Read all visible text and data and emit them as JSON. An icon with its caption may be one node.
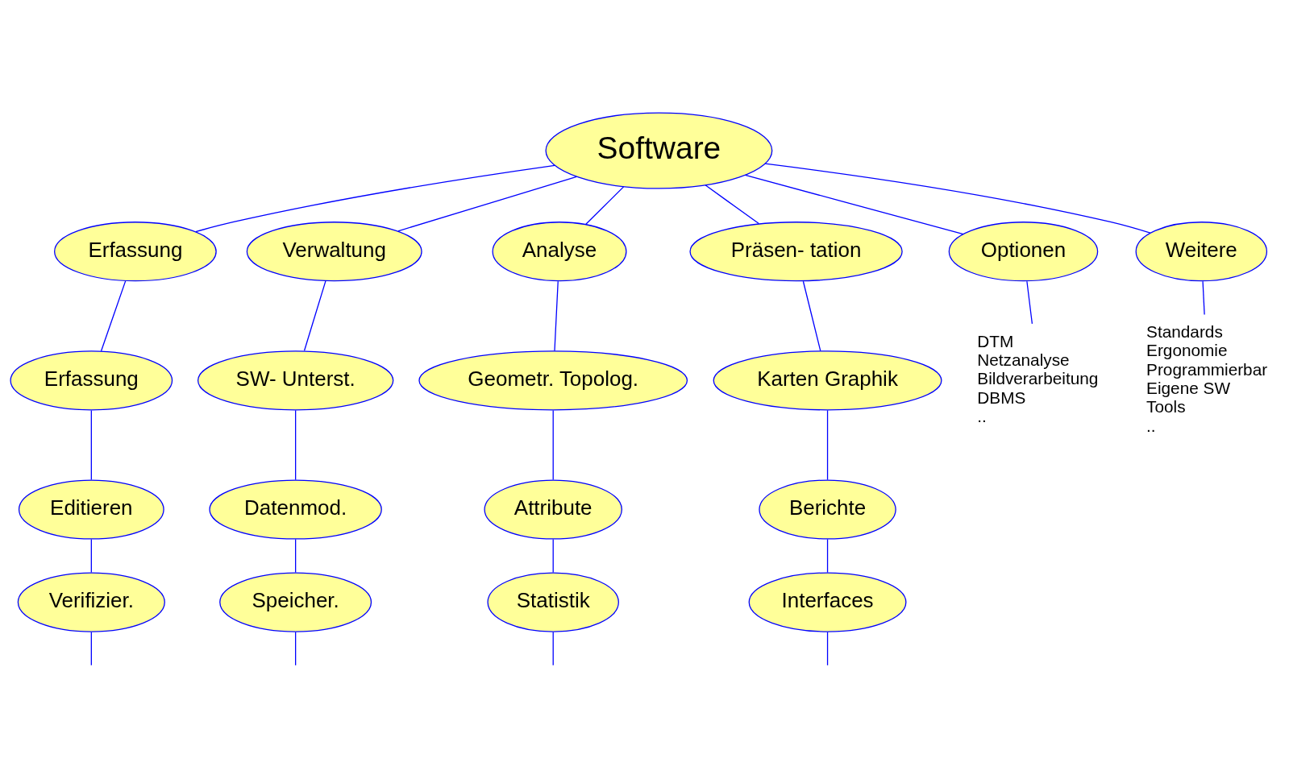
{
  "diagram": {
    "nodes": [
      {
        "text": [
          "Software"
        ]
      },
      {
        "text": [
          "Erfassung"
        ]
      },
      {
        "text": [
          "Verwaltung"
        ]
      },
      {
        "text": [
          "Analyse"
        ]
      },
      {
        "text": [
          "Präsen- tation"
        ]
      },
      {
        "text": [
          "Optionen"
        ]
      },
      {
        "text": [
          "Weitere"
        ]
      },
      {
        "text": [
          "Erfassung"
        ]
      },
      {
        "text": [
          "Editieren"
        ]
      },
      {
        "text": [
          "Verifizier."
        ]
      },
      {
        "text": [
          "SW- Unterst."
        ]
      },
      {
        "text": [
          "Datenmod."
        ]
      },
      {
        "text": [
          "Speicher."
        ]
      },
      {
        "text": [
          "Geometr. Topolog."
        ]
      },
      {
        "text": [
          "Attribute"
        ]
      },
      {
        "text": [
          "Statistik"
        ]
      },
      {
        "text": [
          "Karten Graphik"
        ]
      },
      {
        "text": [
          "Berichte"
        ]
      },
      {
        "text": [
          "Interfaces"
        ]
      },
      {
        "text": [
          "DTM",
          "Netzanalyse",
          "Bildverarbeitung",
          "DBMS",
          ".."
        ]
      },
      {
        "text": [
          "Standards",
          "Ergonomie",
          "Programmierbar",
          "Eigene SW",
          "Tools",
          ".."
        ]
      }
    ],
    "edges": [
      {
        "from": 0,
        "to": 1,
        "arrow": "none"
      },
      {
        "from": 0,
        "to": 2,
        "arrow": "none"
      },
      {
        "from": 0,
        "to": 3,
        "arrow": "none"
      },
      {
        "from": 0,
        "to": 4,
        "arrow": "none"
      },
      {
        "from": 0,
        "to": 5,
        "arrow": "none"
      },
      {
        "from": 0,
        "to": 6,
        "arrow": "none"
      },
      {
        "from": 1,
        "to": 7,
        "arrow": "none"
      },
      {
        "from": 7,
        "to": 8,
        "arrow": "none"
      },
      {
        "from": 8,
        "to": 9,
        "arrow": "none"
      },
      {
        "from": 9,
        "to": null,
        "arrow": "none"
      },
      {
        "from": 2,
        "to": 10,
        "arrow": "none"
      },
      {
        "from": 10,
        "to": 11,
        "arrow": "none"
      },
      {
        "from": 11,
        "to": 12,
        "arrow": "none"
      },
      {
        "from": 12,
        "to": null,
        "arrow": "none"
      },
      {
        "from": 3,
        "to": 13,
        "arrow": "none"
      },
      {
        "from": 13,
        "to": 14,
        "arrow": "none"
      },
      {
        "from": 14,
        "to": 15,
        "arrow": "none"
      },
      {
        "from": 15,
        "to": null,
        "arrow": "none"
      },
      {
        "from": 4,
        "to": 16,
        "arrow": "none"
      },
      {
        "from": 16,
        "to": 17,
        "arrow": "none"
      },
      {
        "from": 17,
        "to": 18,
        "arrow": "none"
      },
      {
        "from": 18,
        "to": null,
        "arrow": "none"
      },
      {
        "from": 5,
        "to": 19,
        "arrow": "none"
      },
      {
        "from": 6,
        "to": 20,
        "arrow": "none"
      }
    ]
  }
}
